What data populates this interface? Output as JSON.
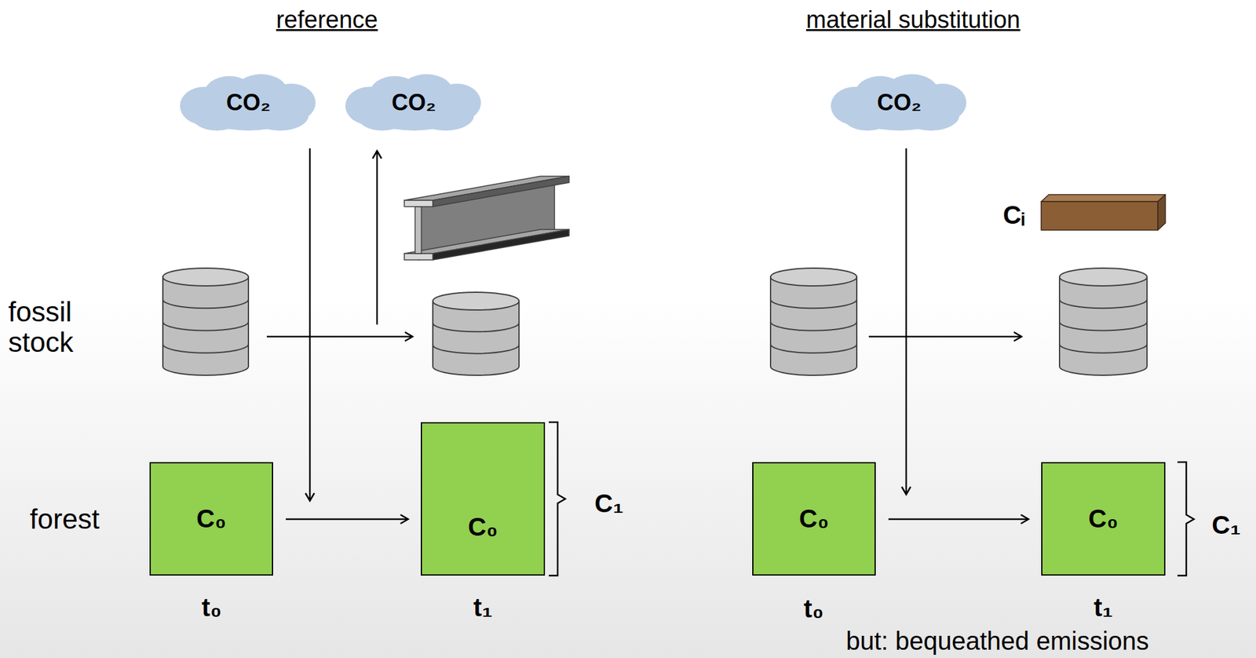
{
  "diagram": {
    "nodes": [
      {
        "text": [
          "CO₂"
        ]
      },
      {
        "text": [
          "CO₂"
        ]
      },
      {
        "text": [
          "C₀"
        ]
      },
      {
        "text": [
          "C₀"
        ]
      },
      {
        "text": [
          "CO₂"
        ]
      },
      {
        "text": [
          "C₀"
        ]
      },
      {
        "text": [
          "C₀"
        ]
      }
    ],
    "edges": [
      {
        "from": 2,
        "to": 3,
        "arrow": "to"
      },
      {
        "from": 5,
        "to": 6,
        "arrow": "to"
      }
    ],
    "labels": [
      "reference",
      "material substitution",
      "fossil stock",
      "forest",
      "t₀",
      "t₁",
      "C₁",
      "t₀",
      "t₁",
      "Cᵢ",
      "C₁",
      "but: bequeathed emissions"
    ]
  }
}
